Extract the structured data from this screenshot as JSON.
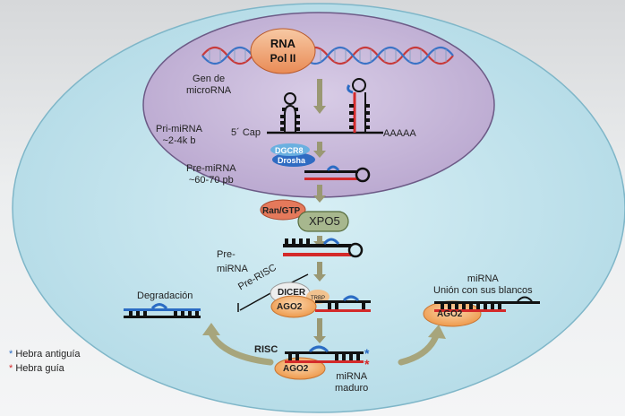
{
  "labels": {
    "rna": "RNA",
    "pol": "Pol II",
    "gene": "Gen de\nmicroRNA",
    "pri": "Pri-miRNA\n~2-4k b",
    "cap": "5´ Cap",
    "polyA": "AAAAA",
    "dgcr8": "DGCR8",
    "drosha": "Drosha",
    "pre_nuc": "Pre-miRNA\n~60-70 pb",
    "ran": "Ran/GTP",
    "xpo5": "XPO5",
    "pre_cyto": "Pre-\nmiRNA",
    "prerisc": "Pre-RISC",
    "dicer": "DICER",
    "trbp": "TRBP",
    "ago2": "AGO2",
    "degradacion": "Degradación",
    "mirna_targets": "miRNA\nUnión con sus blancos",
    "risc": "RISC",
    "mature": "miRNA\nmaduro",
    "star": "*"
  },
  "legend": [
    {
      "mark": "*",
      "text": "Hebra antiguía",
      "color": "#2b6cc4"
    },
    {
      "mark": "*",
      "text": "Hebra guía",
      "color": "#d42a2a"
    }
  ],
  "colors": {
    "cell": "#bfe0ea",
    "nucleus": "#c7b9d8",
    "strand": "#1a1a1a",
    "guide": "#d42a2a",
    "passenger": "#2b6cc4",
    "ago": "#f2a65a"
  }
}
